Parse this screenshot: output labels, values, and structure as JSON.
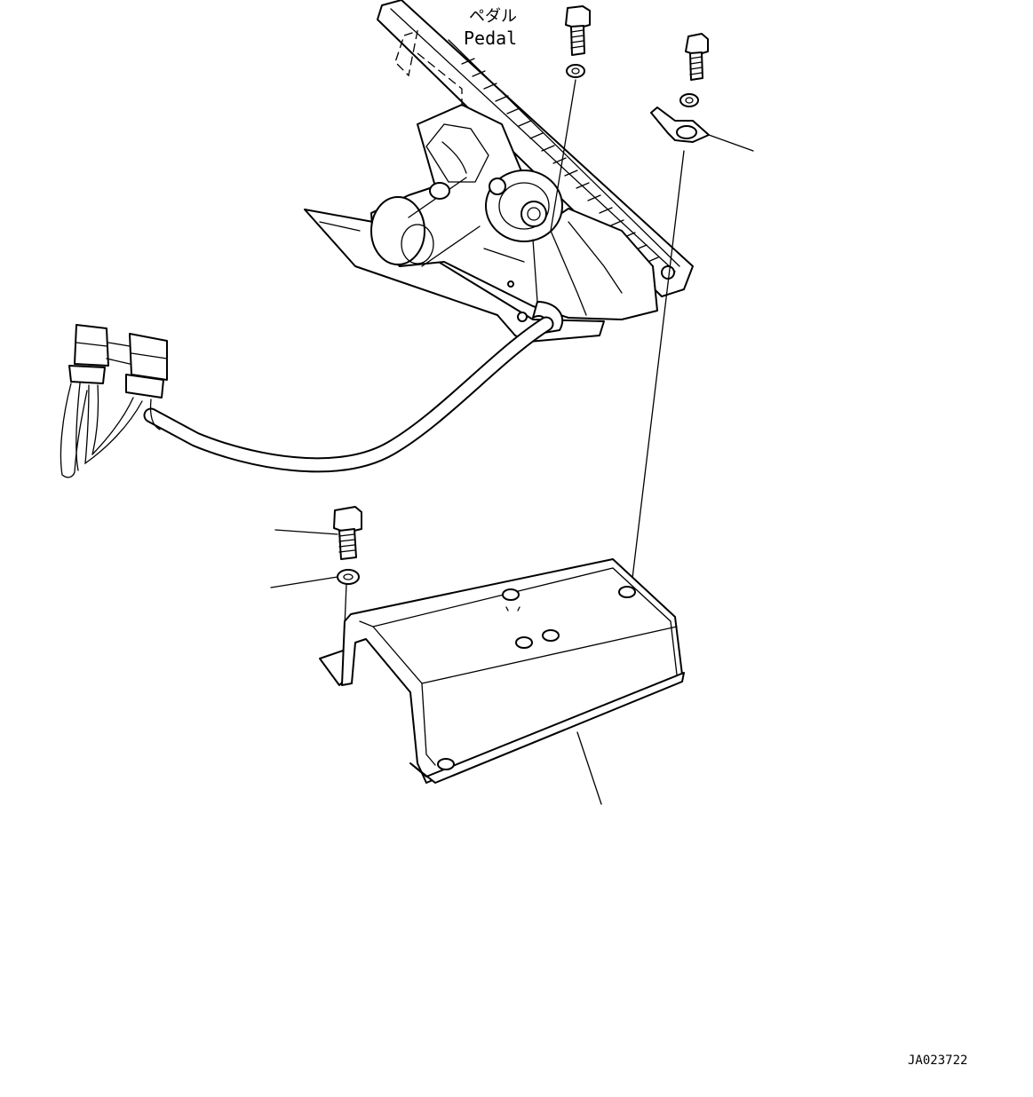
{
  "diagram": {
    "pedal_label_jp": "ペダル",
    "pedal_label_en": "Pedal",
    "drawing_number": "JA023722"
  }
}
